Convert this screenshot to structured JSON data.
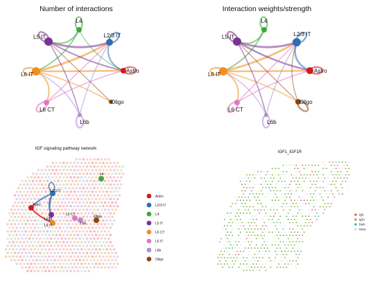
{
  "panels": {
    "count": {
      "title": "Number of interactions"
    },
    "weight": {
      "title": "Interaction weights/strength"
    },
    "network": {
      "title": "IGF signaling pathway network"
    },
    "spatial": {
      "title": "IGF1_IGF1R"
    }
  },
  "chart_data": [
    {
      "type": "circle-network",
      "title": "Number of interactions",
      "nodes": [
        {
          "name": "L4",
          "color": "#3EA83E",
          "size": 4
        },
        {
          "name": "L2/3 IT",
          "color": "#2F6DB3",
          "size": 5
        },
        {
          "name": "Astro",
          "label": "Astro",
          "color": "#D7191C",
          "size": 4
        },
        {
          "name": "Oligo",
          "color": "#8B4513",
          "size": 3
        },
        {
          "name": "L6b",
          "color": "#B28DD4",
          "size": 3
        },
        {
          "name": "L6 CT",
          "color": "#E377C2",
          "size": 4
        },
        {
          "name": "L6 IT",
          "color": "#F28E1C",
          "size": 6
        },
        {
          "name": "L5 IT",
          "color": "#7B3294",
          "size": 6
        }
      ],
      "edges": [
        {
          "from": "L6 IT",
          "to": "L2/3 IT",
          "weight": 3
        },
        {
          "from": "L6 IT",
          "to": "Astro",
          "weight": 2.5
        },
        {
          "from": "L5 IT",
          "to": "L2/3 IT",
          "weight": 3
        },
        {
          "from": "L5 IT",
          "to": "Astro",
          "weight": 2
        },
        {
          "from": "L4",
          "to": "L6 IT",
          "weight": 2
        },
        {
          "from": "L2/3 IT",
          "to": "Astro",
          "weight": 2
        },
        {
          "from": "L6 IT",
          "to": "Oligo",
          "weight": 1.5
        },
        {
          "from": "L6 IT",
          "to": "L6 CT",
          "weight": 2
        },
        {
          "from": "L5 IT",
          "to": "L6b",
          "weight": 1.5
        },
        {
          "from": "L4",
          "to": "L5 IT",
          "weight": 2
        },
        {
          "from": "L6b",
          "to": "L2/3 IT",
          "weight": 1.5
        },
        {
          "from": "L6 CT",
          "to": "L2/3 IT",
          "weight": 1.5
        },
        {
          "from": "L6 CT",
          "to": "Astro",
          "weight": 1.5
        },
        {
          "from": "L4",
          "to": "Astro",
          "weight": 1.2
        },
        {
          "from": "L6b",
          "to": "L6 IT",
          "weight": 1.5
        },
        {
          "from": "Oligo",
          "to": "L5 IT",
          "weight": 1.2
        }
      ],
      "self_loops": [
        "L4",
        "L2/3 IT",
        "Astro",
        "L6 IT",
        "L5 IT",
        "L6 CT",
        "L6b"
      ]
    },
    {
      "type": "circle-network",
      "title": "Interaction weights/strength",
      "nodes": [
        {
          "name": "L4",
          "color": "#3EA83E",
          "size": 4
        },
        {
          "name": "L2/3 IT",
          "color": "#2F6DB3",
          "size": 6
        },
        {
          "name": "Astro",
          "label": "Astro",
          "color": "#D7191C",
          "size": 5
        },
        {
          "name": "Oligo",
          "color": "#8B4513",
          "size": 4
        },
        {
          "name": "L6b",
          "color": "#B28DD4",
          "size": 3
        },
        {
          "name": "L6 CT",
          "color": "#E377C2",
          "size": 4
        },
        {
          "name": "L6 IT",
          "color": "#F28E1C",
          "size": 6
        },
        {
          "name": "L5 IT",
          "color": "#7B3294",
          "size": 6
        }
      ],
      "edges": [
        {
          "from": "L6 IT",
          "to": "L2/3 IT",
          "weight": 3
        },
        {
          "from": "L6 IT",
          "to": "Astro",
          "weight": 2.5
        },
        {
          "from": "L5 IT",
          "to": "L2/3 IT",
          "weight": 3
        },
        {
          "from": "L5 IT",
          "to": "Astro",
          "weight": 2.5
        },
        {
          "from": "L4",
          "to": "L6 IT",
          "weight": 2
        },
        {
          "from": "L2/3 IT",
          "to": "Astro",
          "weight": 2.5
        },
        {
          "from": "L6 IT",
          "to": "Oligo",
          "weight": 1.5
        },
        {
          "from": "L6 IT",
          "to": "L6 CT",
          "weight": 2
        },
        {
          "from": "L5 IT",
          "to": "L6b",
          "weight": 1.5
        },
        {
          "from": "L4",
          "to": "L5 IT",
          "weight": 2
        },
        {
          "from": "L6b",
          "to": "L2/3 IT",
          "weight": 1.5
        },
        {
          "from": "L6 CT",
          "to": "L2/3 IT",
          "weight": 1.5
        },
        {
          "from": "L6 CT",
          "to": "Astro",
          "weight": 1.5
        },
        {
          "from": "Oligo",
          "to": "L2/3 IT",
          "weight": 1.2
        },
        {
          "from": "L6b",
          "to": "L6 IT",
          "weight": 1.5
        },
        {
          "from": "Oligo",
          "to": "L5 IT",
          "weight": 1.2
        }
      ],
      "self_loops": [
        "L4",
        "L2/3 IT",
        "Astro",
        "L6 IT",
        "L5 IT",
        "L6 CT",
        "L6b",
        "Oligo"
      ]
    },
    {
      "type": "spatial-network",
      "title": "IGF signaling pathway network",
      "legend": [
        {
          "name": "Astro",
          "color": "#D7191C"
        },
        {
          "name": "L2/3 IT",
          "color": "#2F6DB3"
        },
        {
          "name": "L4",
          "color": "#3EA83E"
        },
        {
          "name": "L5 IT",
          "color": "#7B3294"
        },
        {
          "name": "L6 CT",
          "color": "#F28E1C"
        },
        {
          "name": "L6 IT",
          "color": "#E377C2"
        },
        {
          "name": "L6b",
          "color": "#B28DD4"
        },
        {
          "name": "Oligo",
          "color": "#8B4513"
        }
      ],
      "node_labels": [
        {
          "name": "L4",
          "text": "L4",
          "color": "#3EA83E"
        },
        {
          "name": "L2/3 IT",
          "text": "L2/3 IT",
          "color": "#2F6DB3"
        },
        {
          "name": "Astro",
          "text": "Astro",
          "color": "#D7191C"
        },
        {
          "name": "L5 IT",
          "text": "L5 IT",
          "color": "#7B3294"
        },
        {
          "name": "L6 IT",
          "text": "L6 IT",
          "color": "#F28E1C"
        },
        {
          "name": "L6 CT",
          "text": "L6 CT",
          "color": "#E377C2"
        },
        {
          "name": "L6b",
          "text": "L6b",
          "color": "#B28DD4"
        },
        {
          "name": "Oligo",
          "text": "Oligo",
          "color": "#8B4513"
        }
      ]
    },
    {
      "type": "spatial-scatter",
      "title": "IGF1_IGF1R",
      "legend": [
        {
          "name": "Igf1",
          "color": "#E64B5B"
        },
        {
          "name": "Igf1r",
          "color": "#6FAE2E"
        },
        {
          "name": "Both",
          "color": "#1EAFC0"
        },
        {
          "name": "None",
          "color": "#CFCFE8"
        }
      ]
    }
  ]
}
